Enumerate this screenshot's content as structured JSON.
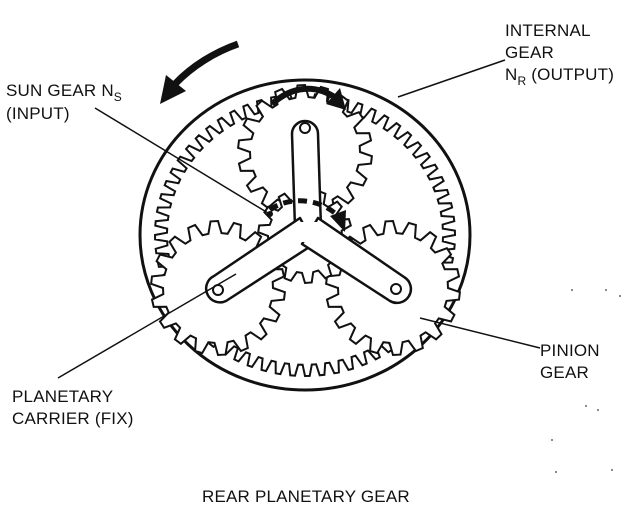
{
  "colors": {
    "ink": "#111111",
    "paper": "#ffffff"
  },
  "labels": {
    "internal_gear": {
      "line1": "INTERNAL",
      "line2": "GEAR",
      "line3_main": "N",
      "line3_sub": "R",
      "line3_rest": " (OUTPUT)"
    },
    "sun_gear": {
      "line1_main": "SUN GEAR N",
      "line1_sub": "S",
      "line2": "(INPUT)"
    },
    "pinion_gear": {
      "line1": "PINION",
      "line2": "GEAR"
    },
    "planetary_carrier": {
      "line1": "PLANETARY",
      "line2": "CARRIER (FIX)"
    },
    "caption": "REAR PLANETARY GEAR"
  }
}
